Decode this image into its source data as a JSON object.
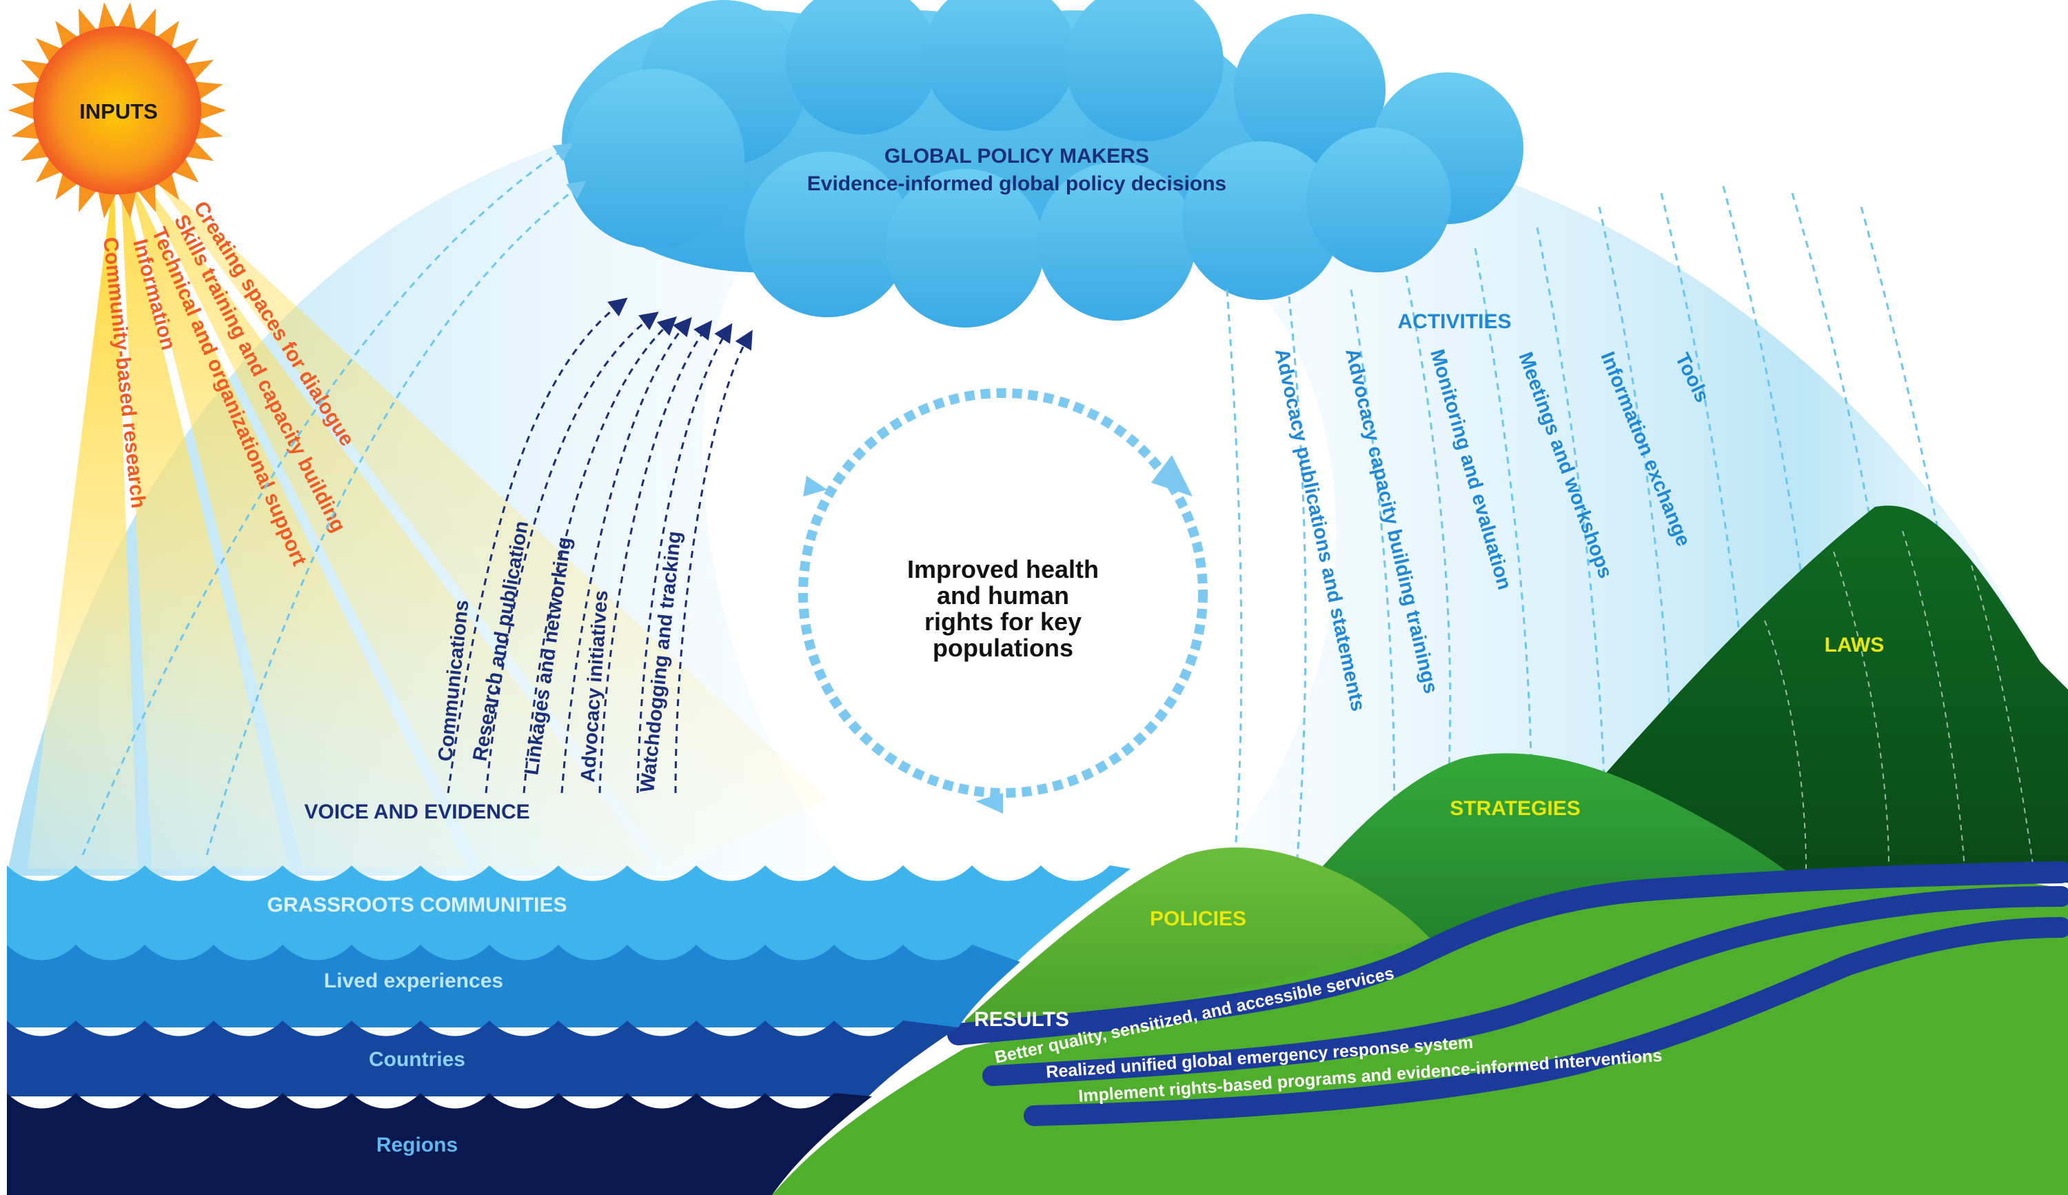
{
  "inputs": {
    "title": "INPUTS",
    "items": [
      "Creating spaces for dialogue",
      "Skills training and capacity building",
      "Technical and organizational support",
      "Information",
      "Community-based research"
    ]
  },
  "cloud": {
    "title": "GLOBAL POLICY MAKERS",
    "subtitle": "Evidence-informed global policy decisions"
  },
  "voice": {
    "title": "VOICE AND EVIDENCE",
    "items": [
      "Communications",
      "Research and publication",
      "Linkages and networking",
      "Advocacy initiatives",
      "Watchdogging and tracking"
    ]
  },
  "activities": {
    "title": "ACTIVITIES",
    "items": [
      "Advocacy publications and statements",
      "Advocacy capacity building trainings",
      "Monitoring and evaluation",
      "Meetings and workshops",
      "Information exchange",
      "Tools"
    ]
  },
  "center": {
    "lines": [
      "Improved health",
      "and human",
      "rights for key",
      "populations"
    ]
  },
  "water": {
    "layers": [
      "GRASSROOTS COMMUNITIES",
      "Lived experiences",
      "Countries",
      "Regions"
    ]
  },
  "mountains": {
    "labels": [
      "POLICIES",
      "STRATEGIES",
      "LAWS"
    ]
  },
  "results": {
    "title": "RESULTS",
    "items": [
      "Better quality, sensitized, and accessible services",
      "Realized unified global emergency response system",
      "Implement rights-based programs and evidence-informed interventions"
    ]
  },
  "colors": {
    "sun": "#F7941D",
    "inputs_text": "#F15A24",
    "cloud": "#5EC3EE",
    "navy_text": "#1B2E7A",
    "activities_text": "#1E88D6",
    "water_top": "#3FB4EC",
    "water_deep": "#0A1850",
    "mountain_light": "#5DB430",
    "mountain_dark": "#0D5A1E",
    "mountain_label": "#E8E80A",
    "river": "#1B3A9C"
  }
}
